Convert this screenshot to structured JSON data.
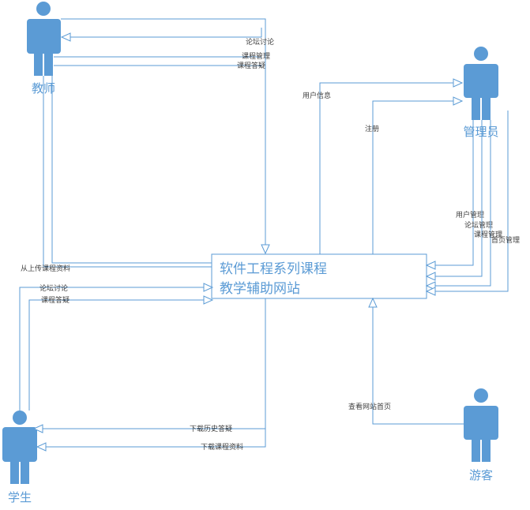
{
  "actors": {
    "teacher": "教师",
    "admin": "管理员",
    "student": "学生",
    "visitor": "游客"
  },
  "system": {
    "line1": "软件工程系列课程",
    "line2": "教学辅助网站"
  },
  "edges": {
    "forum_teacher": "论坛讨论",
    "course_manage_teacher": "课程管理",
    "course_qa_teacher": "课程答疑",
    "upload_materials": "从上传课程资料",
    "user_info": "用户信息",
    "register": "注册",
    "user_manage": "用户管理",
    "forum_manage": "论坛管理",
    "course_manage_admin": "课程管理",
    "homepage_manage": "首页管理",
    "forum_student": "论坛讨论",
    "course_qa_student": "课程答疑",
    "download_history_qa": "下载历史答疑",
    "download_materials": "下载课程资料",
    "view_homepage": "查看网站首页"
  }
}
